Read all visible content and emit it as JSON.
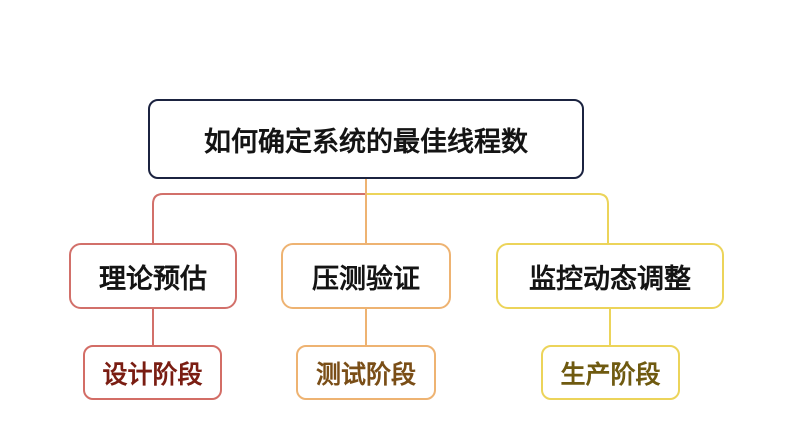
{
  "root": {
    "label": "如何确定系统的最佳线程数"
  },
  "branches": [
    {
      "label": "理论预估",
      "stage": "设计阶段",
      "color": "#d2706a",
      "stage_text_color": "#7a1d12"
    },
    {
      "label": "压测验证",
      "stage": "测试阶段",
      "color": "#eeb372",
      "stage_text_color": "#7a4e17"
    },
    {
      "label": "监控动态调整",
      "stage": "生产阶段",
      "color": "#ecd45a",
      "stage_text_color": "#6f5a10"
    }
  ],
  "colors": {
    "root_border": "#1b2340",
    "left_connector": "#d2706a",
    "right_connector": "#ecd45a",
    "middle_connector": "#eeb372"
  }
}
